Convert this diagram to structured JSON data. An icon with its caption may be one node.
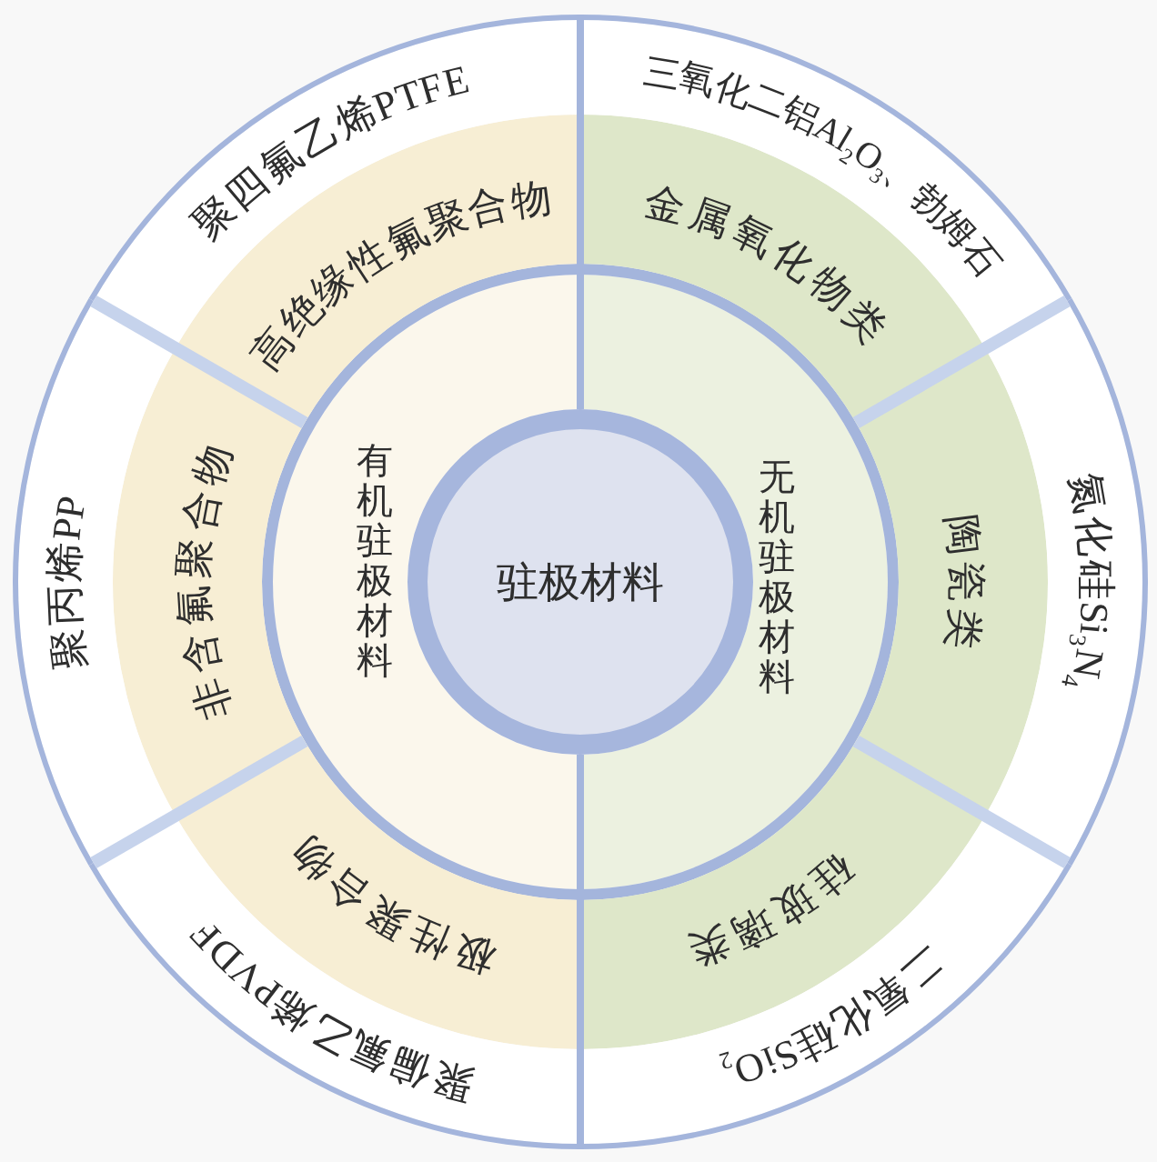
{
  "diagram": {
    "nodes": [
      {
        "text": [
          "驻极材料"
        ]
      },
      {
        "text": [
          "有机驻极材料"
        ]
      },
      {
        "text": [
          "无机驻极材料"
        ]
      },
      {
        "text": [
          "高绝缘性氟聚合物"
        ]
      },
      {
        "text": [
          "非含氟聚合物"
        ]
      },
      {
        "text": [
          "极性聚合物"
        ]
      },
      {
        "text": [
          "金属氧化物类"
        ]
      },
      {
        "text": [
          "陶瓷类"
        ]
      },
      {
        "text": [
          "硅玻璃类"
        ]
      },
      {
        "text": [
          "聚四氟乙烯PTFE"
        ]
      },
      {
        "text": [
          "聚丙烯PP"
        ]
      },
      {
        "text": [
          "聚偏氟乙烯PVDF"
        ]
      },
      {
        "text": [
          "三氧化二铝Al$_{2}$O$_{3}$、勃姆石"
        ]
      },
      {
        "text": [
          "氮化硅Si$_{3}$N$_{4}$"
        ]
      },
      {
        "text": [
          "二氧化硅SiO$_{2}$"
        ]
      }
    ]
  }
}
